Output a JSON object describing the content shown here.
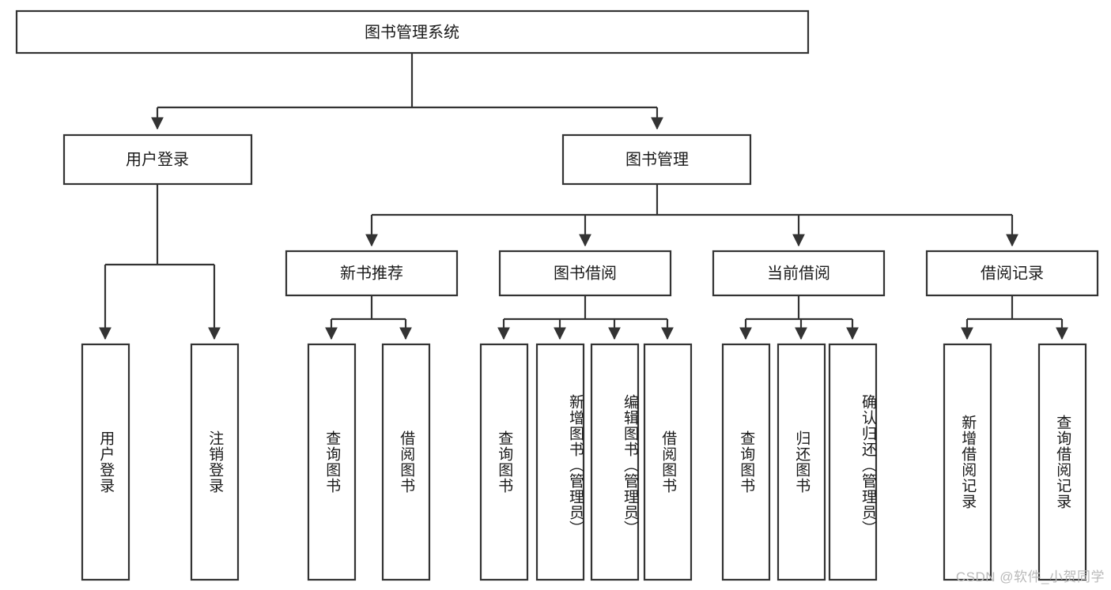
{
  "diagram": {
    "title": "图书管理系统",
    "type": "tree-hierarchy-diagram",
    "root": {
      "label": "图书管理系统"
    },
    "level2": [
      {
        "label": "用户登录"
      },
      {
        "label": "图书管理"
      }
    ],
    "level3": [
      {
        "label": "新书推荐"
      },
      {
        "label": "图书借阅"
      },
      {
        "label": "当前借阅"
      },
      {
        "label": "借阅记录"
      }
    ],
    "leaves": {
      "user_login": [
        {
          "label": "用户登录"
        },
        {
          "label": "注销登录"
        }
      ],
      "new_book_recommend": [
        {
          "label": "查询图书"
        },
        {
          "label": "借阅图书"
        }
      ],
      "book_borrow": [
        {
          "label": "查询图书"
        },
        {
          "label": "新增图书（管理员）"
        },
        {
          "label": "编辑图书（管理员）"
        },
        {
          "label": "借阅图书"
        }
      ],
      "current_borrow": [
        {
          "label": "查询图书"
        },
        {
          "label": "归还图书"
        },
        {
          "label": "确认归还（管理员）"
        }
      ],
      "borrow_record": [
        {
          "label": "新增借阅记录"
        },
        {
          "label": "查询借阅记录"
        }
      ]
    },
    "watermark": "CSDN @软件_小贺同学",
    "colors": {
      "box_stroke": "#333333",
      "box_fill": "#ffffff",
      "text": "#1a1a1a",
      "watermark": "#b9b9b9",
      "background": "#ffffff"
    }
  }
}
